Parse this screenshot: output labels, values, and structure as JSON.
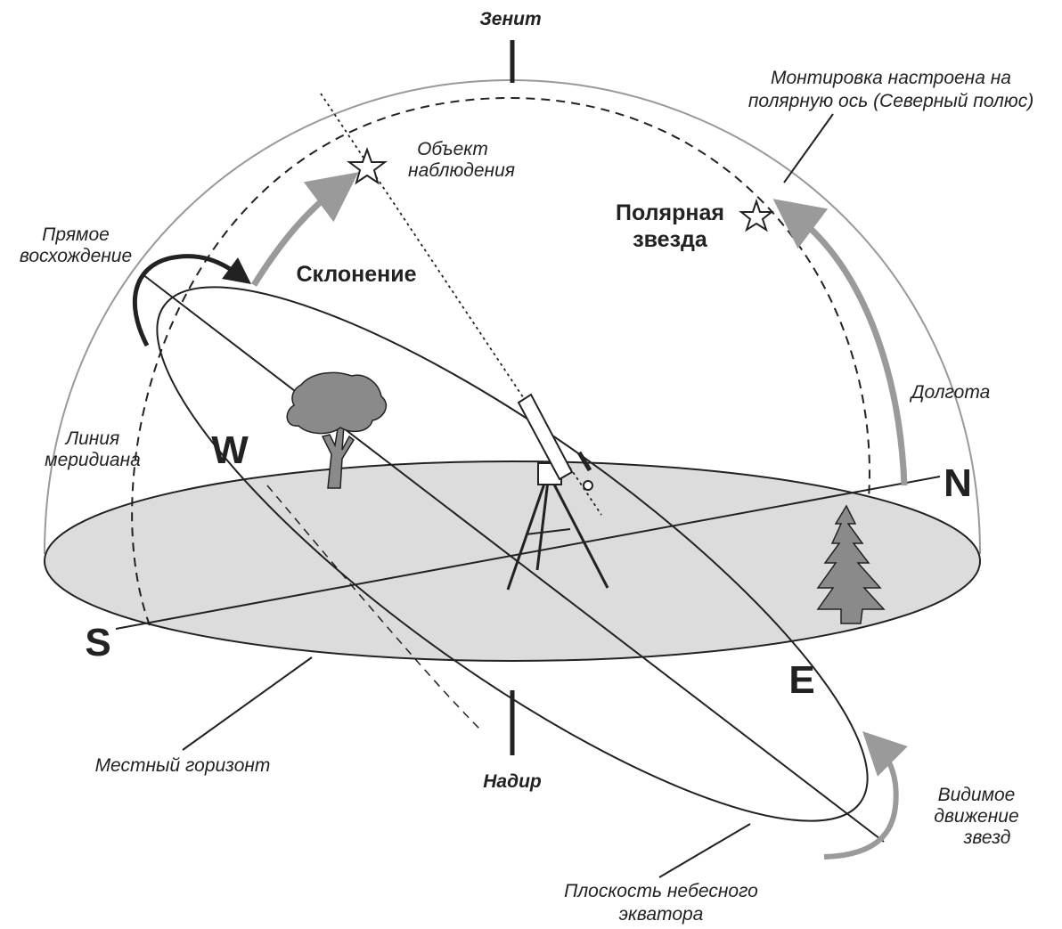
{
  "labels": {
    "zenith": "Зенит",
    "nadir": "Надир",
    "mount_line1": "Монтировка настроена на",
    "mount_line2": "полярную ось (Северный полюс)",
    "object_line1": "Объект",
    "object_line2": "наблюдения",
    "polaris_line1": "Полярная",
    "polaris_line2": "звезда",
    "ra_line1": "Прямое",
    "ra_line2": "восхождение",
    "declination": "Склонение",
    "longitude": "Долгота",
    "meridian_line1": "Линия",
    "meridian_line2": "меридиана",
    "horizon": "Местный горизонт",
    "equator_line1": "Плоскость небесного",
    "equator_line2": "экватора",
    "motion_line1": "Видимое",
    "motion_line2": "движение",
    "motion_line3": "звезд"
  },
  "directions": {
    "north": "N",
    "south": "S",
    "west": "W",
    "east": "E"
  },
  "colors": {
    "line": "#222222",
    "ground": "#dcdcdc",
    "dome": "#999999",
    "arrow_gray": "#9a9a9a",
    "tree": "#8a8a8a"
  }
}
